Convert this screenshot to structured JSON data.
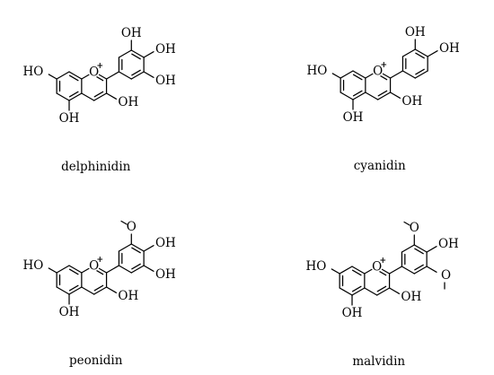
{
  "figure": {
    "background": "#ffffff",
    "ink": "#000000",
    "compounds": [
      {
        "name": "delphinidin",
        "ring_oxygen": "O",
        "charge": "+",
        "labels": {
          "oh_7": "HO",
          "oh_5": "OH",
          "oh_3": "OH",
          "oh_3p": "OH",
          "oh_4p": "OH",
          "oh_5p": "OH"
        }
      },
      {
        "name": "cyanidin",
        "ring_oxygen": "O",
        "charge": "+",
        "labels": {
          "oh_7": "HO",
          "oh_5": "OH",
          "oh_3": "OH",
          "oh_3p": "OH",
          "oh_4p": "OH"
        }
      },
      {
        "name": "peonidin",
        "ring_oxygen": "O",
        "charge": "+",
        "labels": {
          "oh_7": "HO",
          "oh_5": "OH",
          "oh_3": "OH",
          "o_3p": "O",
          "oh_4p": "OH",
          "oh_5p": "OH"
        }
      },
      {
        "name": "malvidin",
        "ring_oxygen": "O",
        "charge": "+",
        "labels": {
          "oh_7": "HO",
          "oh_5": "OH",
          "oh_3": "OH",
          "o_3p": "O",
          "oh_4p": "OH",
          "o_5p": "O"
        }
      }
    ]
  }
}
